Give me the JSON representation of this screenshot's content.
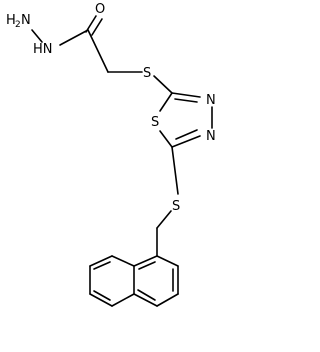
{
  "structure": {
    "atom_labels": {
      "terminal_n": "H",
      "terminal_n_sub": "2",
      "terminal_n_symbol": "N",
      "hydrazide_nh": "HN",
      "carbonyl_o": "O",
      "linker_s1": "S",
      "ring_s": "S",
      "ring_n1": "N",
      "ring_n2": "N",
      "linker_s2": "S"
    }
  }
}
